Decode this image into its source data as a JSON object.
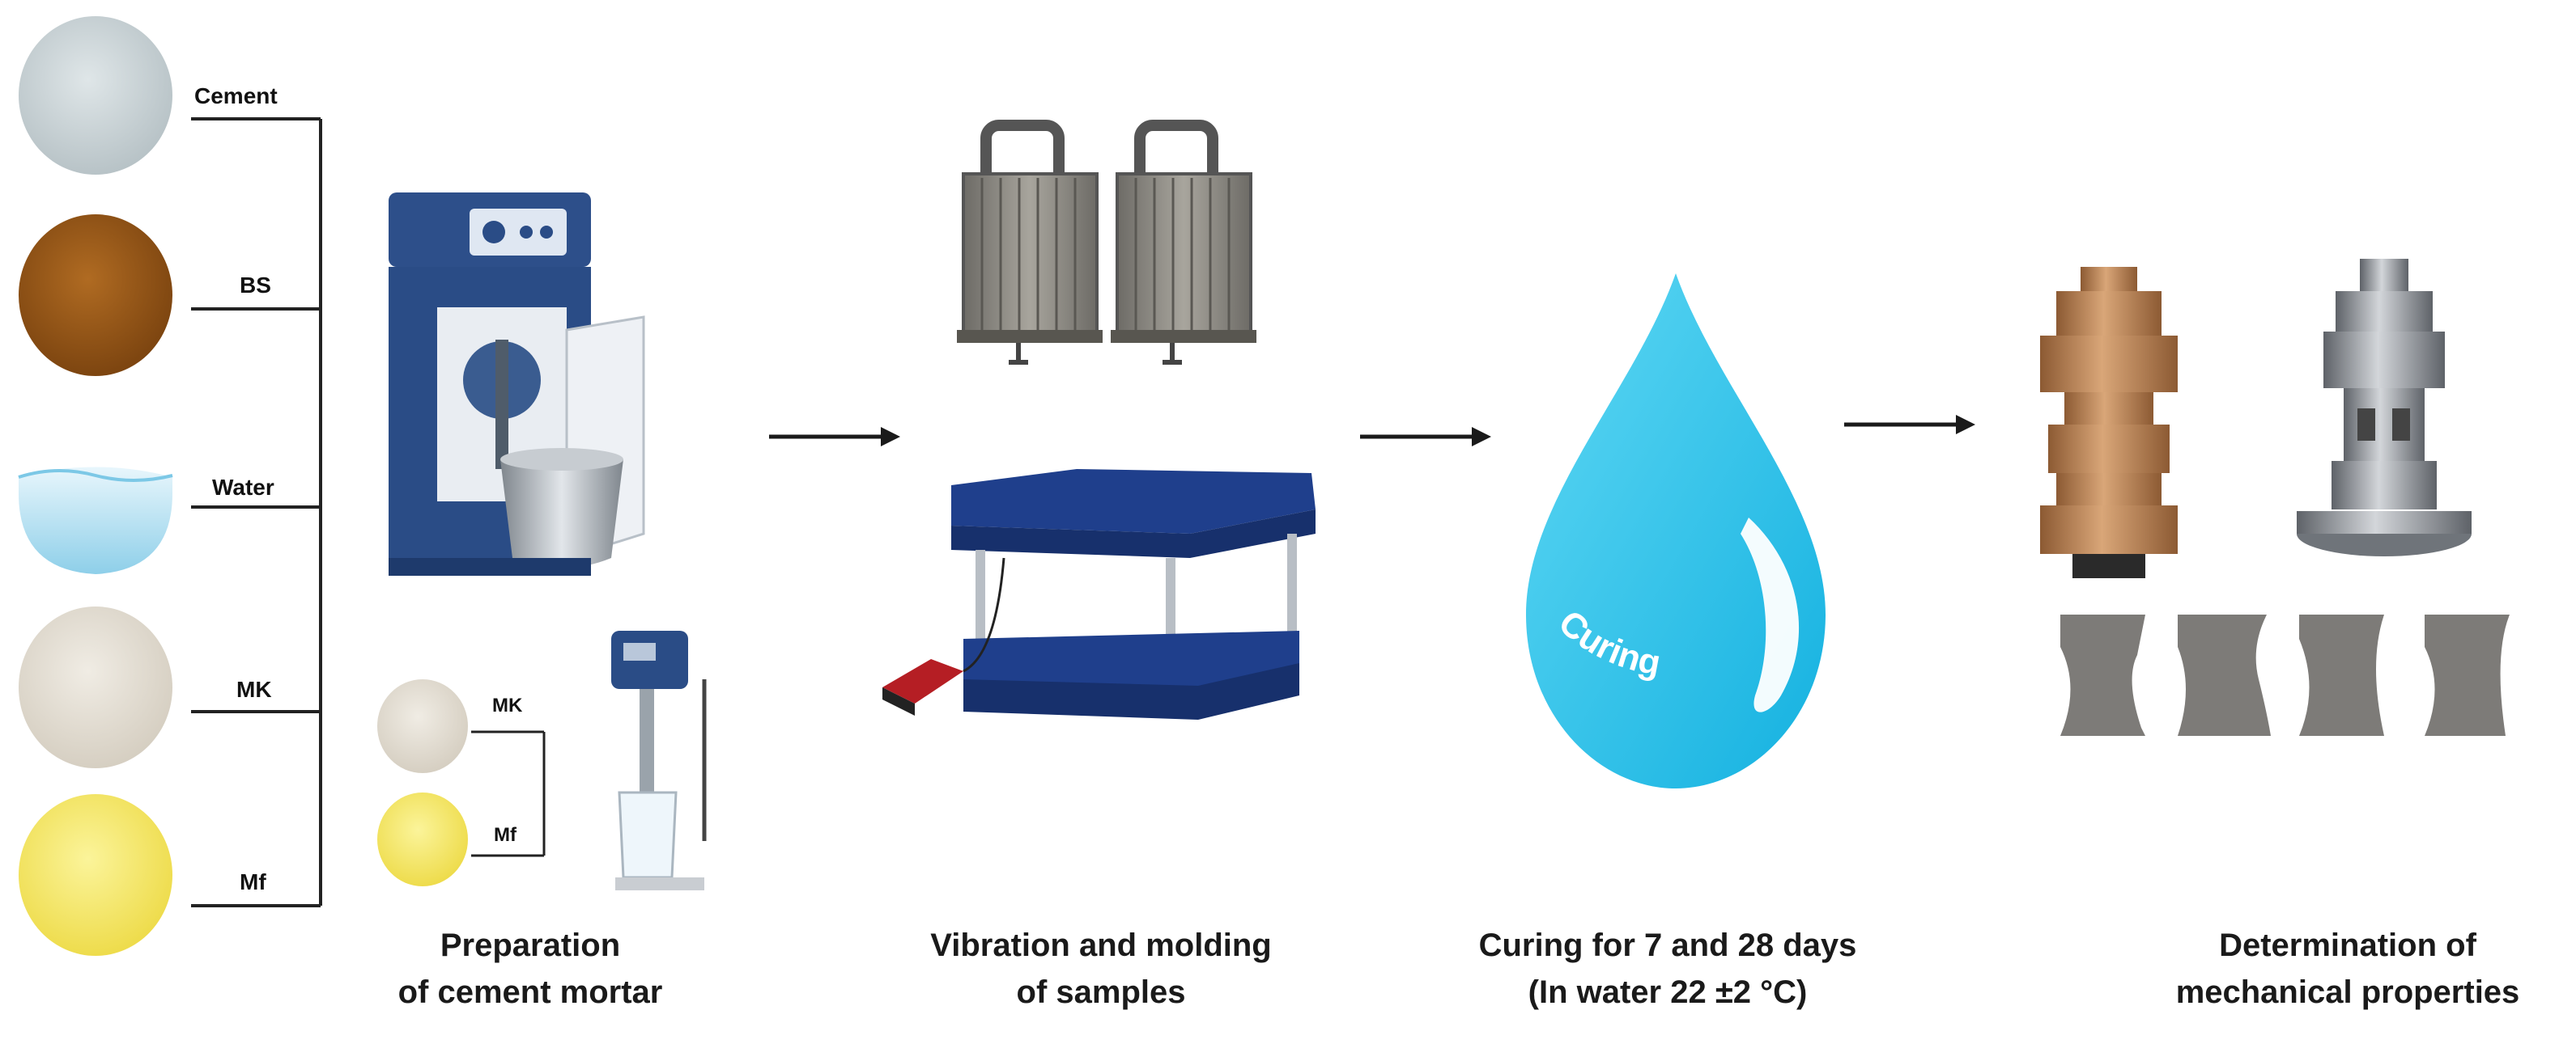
{
  "materials": [
    {
      "label": "Cement",
      "color": "#c9d3d6"
    },
    {
      "label": "BS",
      "color": "#9b5a17"
    },
    {
      "label": "Water",
      "color": "#bfe3f2"
    },
    {
      "label": "MK",
      "color": "#e2dcd0"
    },
    {
      "label": "Mf",
      "color": "#f5e96a"
    }
  ],
  "mini_materials": [
    {
      "label": "MK"
    },
    {
      "label": "Mf"
    }
  ],
  "drop_text": "Curing",
  "captions": {
    "preparation": [
      "Preparation",
      "of cement mortar"
    ],
    "vibration": [
      "Vibration and molding",
      "of samples"
    ],
    "curing": [
      "Curing for 7 and 28 days",
      "(In water 22 ±2 °C)"
    ],
    "mechanical": [
      "Determination of",
      "mechanical properties"
    ]
  },
  "colors": {
    "drop": "#2bc6ec",
    "mixer_blue": "#2a4c86",
    "table_blue": "#1f3f8c",
    "bronze": "#b07a4c",
    "steel": "#8a8f95",
    "specimen": "#7d7b78"
  }
}
